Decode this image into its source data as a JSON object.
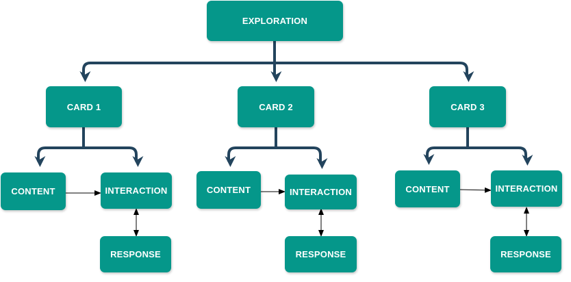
{
  "colors": {
    "node_fill": "#05978A",
    "thick_connector": "#23445D",
    "thin_connector": "#000000"
  },
  "root": {
    "label": "EXPLORATION"
  },
  "cards": [
    {
      "label": "CARD 1",
      "content": "CONTENT",
      "interaction": "INTERACTION",
      "response": "RESPONSE"
    },
    {
      "label": "CARD 2",
      "content": "CONTENT",
      "interaction": "INTERACTION",
      "response": "RESPONSE"
    },
    {
      "label": "CARD 3",
      "content": "CONTENT",
      "interaction": "INTERACTION",
      "response": "RESPONSE"
    }
  ]
}
